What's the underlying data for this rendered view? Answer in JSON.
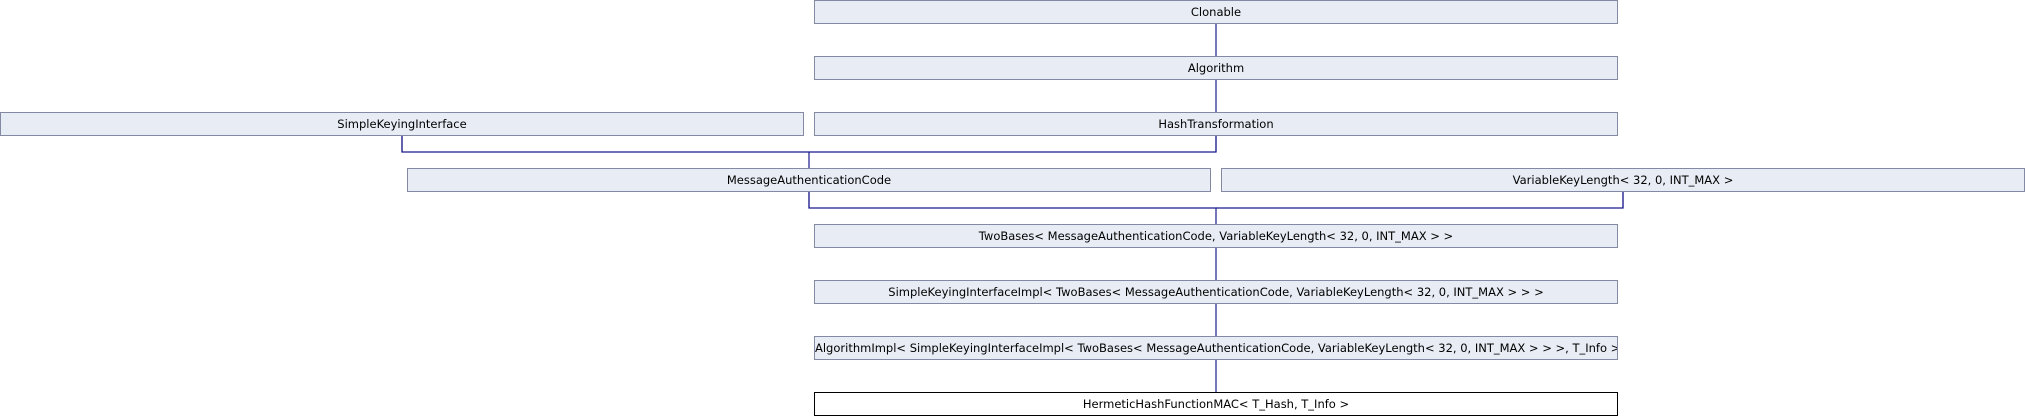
{
  "diagram": {
    "nodes": {
      "clonable": "Clonable",
      "algorithm": "Algorithm",
      "simple_keying_interface": "SimpleKeyingInterface",
      "hash_transformation": "HashTransformation",
      "message_authentication_code": "MessageAuthenticationCode",
      "variable_key_length": "VariableKeyLength< 32, 0, INT_MAX >",
      "two_bases": "TwoBases< MessageAuthenticationCode, VariableKeyLength< 32, 0, INT_MAX > >",
      "simple_keying_interface_impl": "SimpleKeyingInterfaceImpl< TwoBases< MessageAuthenticationCode, VariableKeyLength< 32, 0, INT_MAX > > >",
      "algorithm_impl": "AlgorithmImpl< SimpleKeyingInterfaceImpl< TwoBases< MessageAuthenticationCode, VariableKeyLength< 32, 0, INT_MAX > > >, T_Info >",
      "hermetic_hash_function_mac": "HermeticHashFunctionMAC< T_Hash, T_Info >"
    },
    "colors": {
      "edge": "#1a1a8c",
      "node_fill": "#e8edf5",
      "node_border": "#848aa3"
    }
  }
}
